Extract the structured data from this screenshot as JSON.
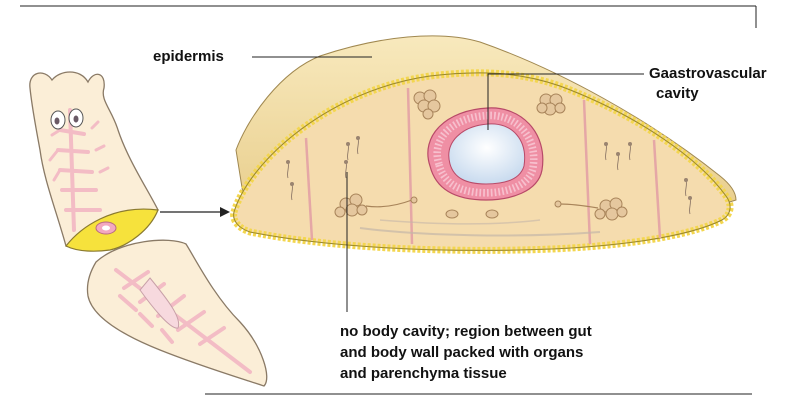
{
  "labels": {
    "epidermis": "epidermis",
    "gastrovascular_line1": "Gaastrovascular",
    "gastrovascular_line2": "cavity",
    "no_body_cavity_line1": "no body cavity; region between gut",
    "no_body_cavity_line2": "and body wall packed with organs",
    "no_body_cavity_line3": "and parenchyma tissue"
  },
  "colors": {
    "body_tissue": "#f5dcae",
    "epidermis_top": "#f0dba0",
    "epidermis_cells": "#f3d64f",
    "gut_wall": "#ef8fa4",
    "gut_lumen": "#dbe8f5",
    "worm_body": "#fbeed7",
    "branch_pink": "#f3bcc5",
    "cut_face": "#f6e23c"
  }
}
